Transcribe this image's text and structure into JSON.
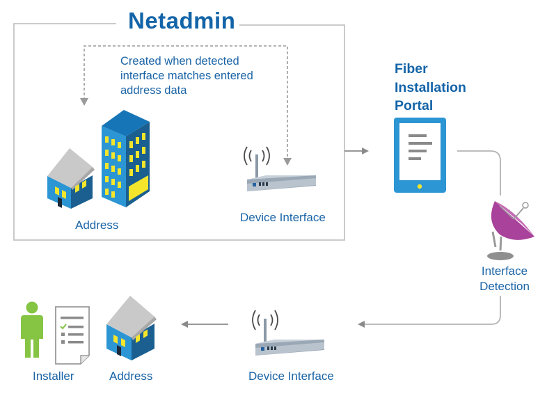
{
  "title": "Netadmin",
  "note": "Created when detected interface matches entered address data",
  "labels": {
    "address_top": "Address",
    "device_interface_top": "Device Interface",
    "portal": "Fiber Installation Portal",
    "interface_detection": "Interface Detection",
    "device_interface_bottom": "Device Interface",
    "address_bottom": "Address",
    "installer": "Installer"
  },
  "colors": {
    "accent": "#1364a8",
    "building_blue": "#2c95d3",
    "building_dark": "#1a5f8f",
    "window_yellow": "#f5e62b",
    "roof_grey": "#c9c9c9",
    "dish_purple": "#a8429a",
    "installer_green": "#86c443",
    "line_grey": "#b4b4b4",
    "arrow_grey": "#8a8a8a"
  }
}
